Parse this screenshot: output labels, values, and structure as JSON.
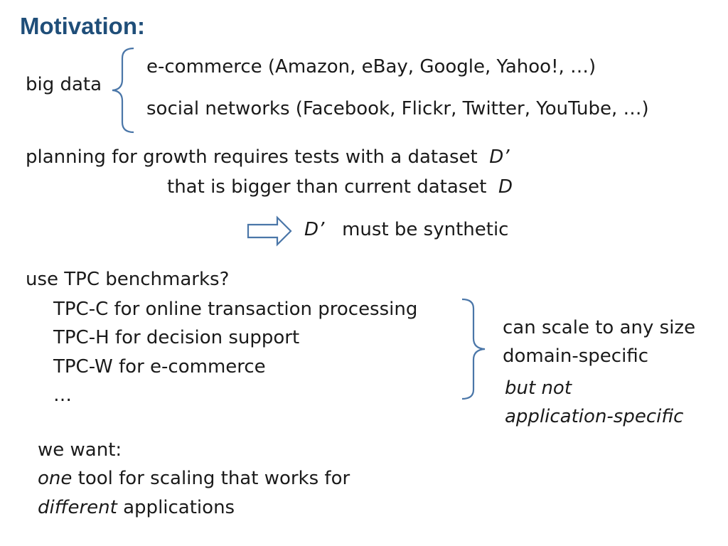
{
  "title": "Motivation:",
  "big_data": {
    "label": "big data",
    "items": [
      "e-commerce (Amazon, eBay, Google, Yahoo!, …)",
      "social networks (Facebook, Flickr, Twitter, YouTube, …)"
    ]
  },
  "planning": {
    "line1": "planning for growth requires tests with a dataset",
    "line1_var": "D’",
    "line2": "that is bigger than current dataset",
    "line2_var": "D"
  },
  "conclusion": {
    "var": "D’",
    "text": "must be synthetic"
  },
  "tpc": {
    "heading": "use TPC benchmarks?",
    "items": [
      "TPC-C  for online transaction processing",
      "TPC-H  for decision support",
      "TPC-W for e-commerce",
      "…"
    ],
    "notes": [
      "can scale to any size",
      "domain-specific"
    ],
    "notes_italic": [
      "but not",
      "application-specific"
    ]
  },
  "want": {
    "line1": "we want:",
    "line2_italic": "one",
    "line2": " tool for scaling that works for",
    "line3_italic": "different",
    "line3": " applications"
  },
  "colors": {
    "title": "#1f4e79",
    "accent": "#4a76a8",
    "text": "#1a1a1a"
  }
}
